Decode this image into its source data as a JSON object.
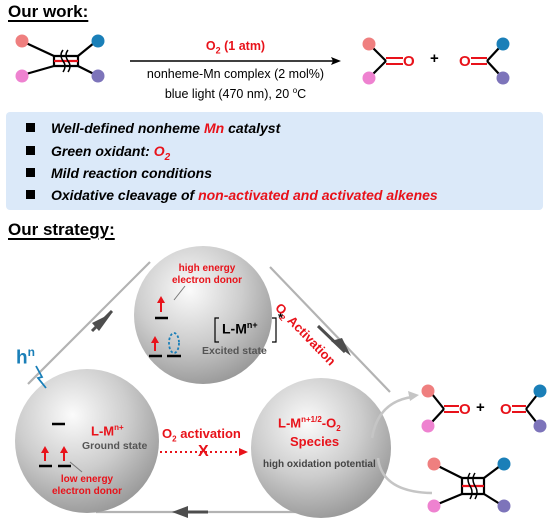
{
  "our_work": {
    "title": "Our work:",
    "o2_label": "O",
    "o2_sub": "2",
    "o2_atm": " (1 atm)",
    "catalyst_line": "nonheme-Mn complex (2 mol%)",
    "light_line_pre": "blue light (470 nm), 20 ",
    "light_line_deg": "o",
    "light_line_post": "C",
    "plus": "+"
  },
  "features": [
    {
      "text_pre": "Well-defined nonheme ",
      "highlight": "Mn",
      "text_post": " catalyst",
      "highlight_sub": ""
    },
    {
      "text_pre": "Green oxidant: ",
      "highlight": "O",
      "highlight_sub": "2",
      "text_post": ""
    },
    {
      "text_pre": "Mild reaction conditions",
      "highlight": "",
      "highlight_sub": "",
      "text_post": ""
    },
    {
      "text_pre": "Oxidative cleavage of ",
      "highlight": "non-activated and activated alkenes",
      "highlight_sub": "",
      "text_post": ""
    }
  ],
  "strategy": {
    "title": "Our strategy:",
    "hv_h": "h",
    "hv_n": "n",
    "excited": {
      "donor_line1": "high energy",
      "donor_line2": "electron donor",
      "species_pre": "L-M",
      "species_sup": "n+",
      "star": "*",
      "state": "Excited state"
    },
    "ground": {
      "species_pre": "L-M",
      "species_sup": "n+",
      "state": "Ground state",
      "donor_line1": "low energy",
      "donor_line2": "electron donor"
    },
    "o2_species": {
      "species_pre": "L-M",
      "species_sup": "n+1/2",
      "species_post": "-O",
      "species_sub": "2",
      "species_line2": "Species",
      "potential": "high oxidation potential"
    },
    "o2_activation_diag_pre": "O",
    "o2_activation_diag_sub": "2",
    "o2_activation_diag_post": " Activation",
    "o2_activation_horiz_pre": "O",
    "o2_activation_horiz_sub": "2",
    "o2_activation_horiz_post": " activation",
    "cross": "X",
    "plus": "+"
  },
  "colors": {
    "pink": "#ee82d0",
    "salmon": "#ef7f7f",
    "teal": "#1a7fb8",
    "purple": "#7d74ba",
    "red": "#e8121a",
    "box_blue": "#dbe9f9"
  }
}
